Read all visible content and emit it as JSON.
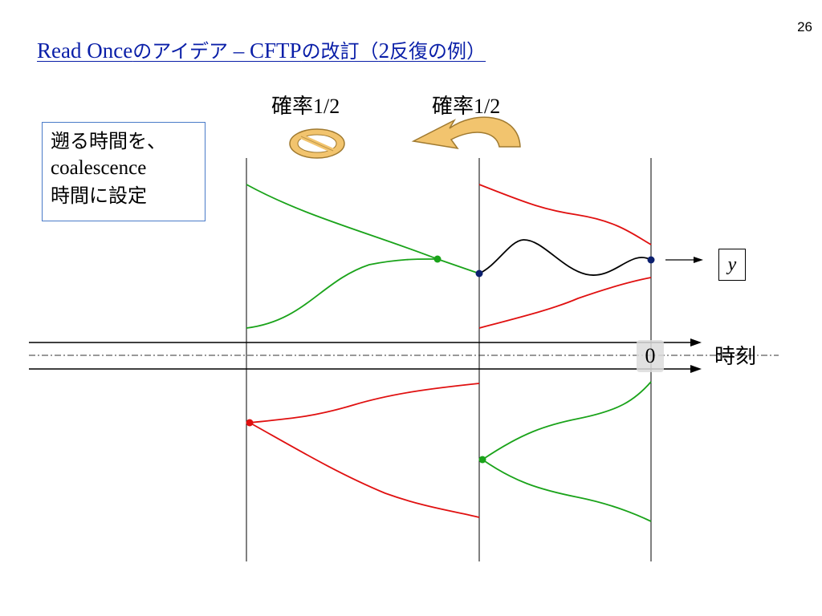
{
  "slide": {
    "number": "26",
    "title_latin_1": "Read Once",
    "title_jp_1": "のアイデア",
    "title_latin_2": " – CFTP",
    "title_jp_2": "の改訂（",
    "title_latin_3": "2",
    "title_jp_3": "反復の例）"
  },
  "probabilities": [
    {
      "jp": "確率",
      "value": "1/2",
      "icon": "prohibited-icon"
    },
    {
      "jp": "確率",
      "value": "1/2",
      "icon": "curved-arrow-back-icon"
    }
  ],
  "note": {
    "line1": "遡る時間を、",
    "line2": "coalescence",
    "line3": "時間に設定"
  },
  "labels": {
    "output_state": "y",
    "time_zero": "0",
    "time_axis": "時刻"
  },
  "colors": {
    "title": "#0a1fa8",
    "green_path": "#1aa31a",
    "red_path": "#e01010",
    "final_path": "#000000",
    "node_dark": "#0b1f6e",
    "icon_fill": "#f2c46e",
    "icon_stroke": "#a07a30",
    "note_border": "#4a7bc8"
  }
}
